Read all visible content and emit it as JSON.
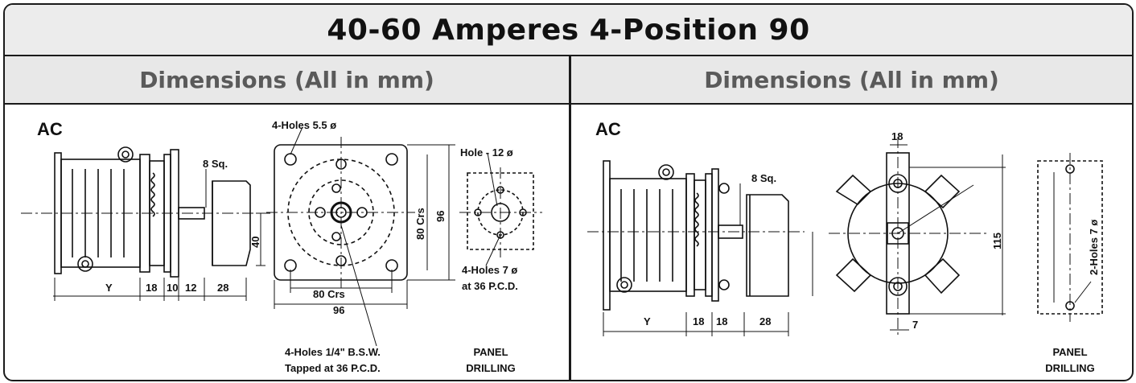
{
  "title": "40-60 Amperes 4-Position 90",
  "left": {
    "header": "Dimensions (All in mm)",
    "ac_label": "AC",
    "labels": {
      "sq": "8 Sq.",
      "holes_55": "4-Holes 5.5 ø",
      "hole_12": "Hole - 12 ø",
      "crs80_v": "80 Crs",
      "d96_v": "96",
      "d40": "40",
      "y": "Y",
      "d18": "18",
      "d10": "10",
      "d12": "12",
      "d28": "28",
      "crs80_h": "80 Crs",
      "d96_h": "96",
      "holes7_line1": "4-Holes 7 ø",
      "holes7_line2": "at 36 P.C.D.",
      "bsw_line1": "4-Holes 1/4\" B.S.W.",
      "bsw_line2": "Tapped at 36 P.C.D.",
      "panel_line1": "PANEL",
      "panel_line2": "DRILLING"
    }
  },
  "right": {
    "header": "Dimensions (All in mm)",
    "ac_label": "AC",
    "labels": {
      "d18_top": "18",
      "sq": "8 Sq.",
      "d115": "115",
      "holes2": "2-Holes 7 ø",
      "y": "Y",
      "d18a": "18",
      "d18b": "18",
      "d28": "28",
      "d7": "7",
      "panel_line1": "PANEL",
      "panel_line2": "DRILLING"
    }
  }
}
